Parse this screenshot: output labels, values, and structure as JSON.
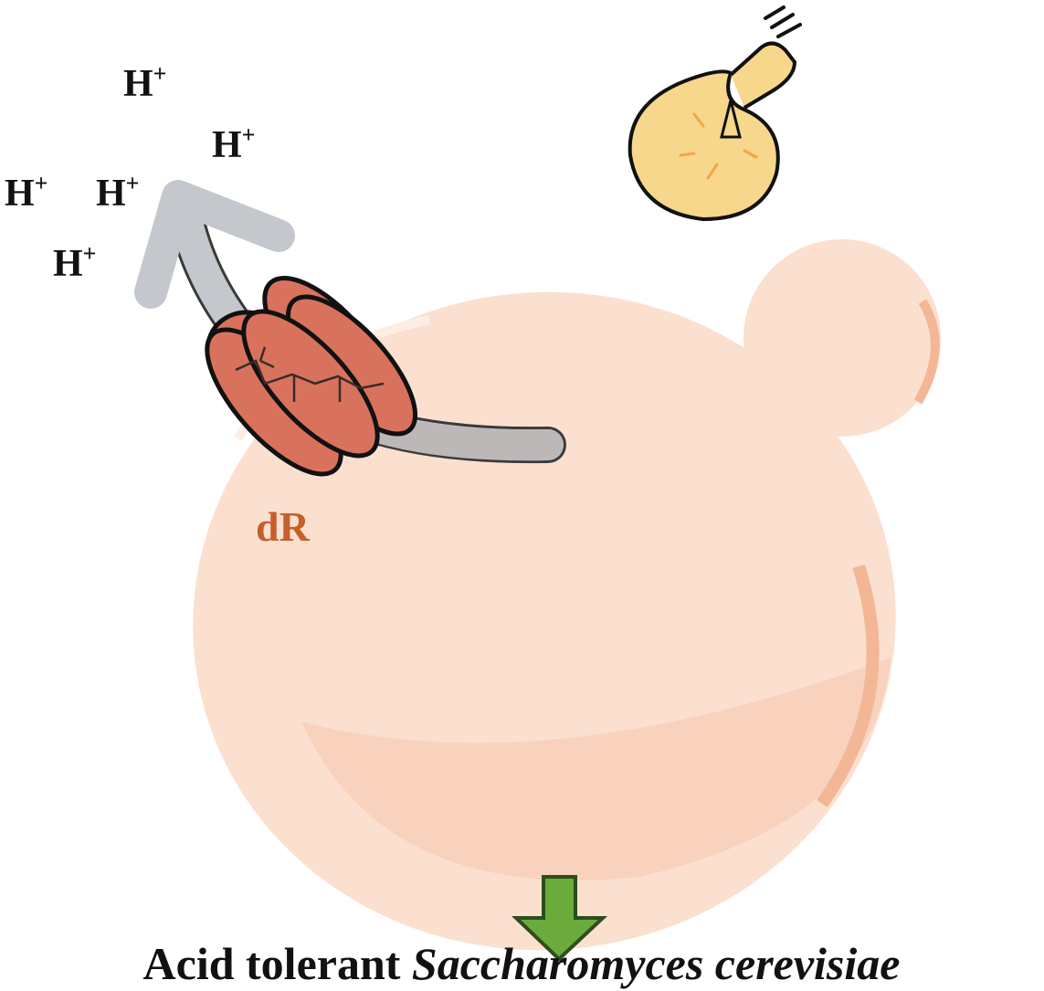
{
  "ions": [
    {
      "base": "H",
      "sup": "+"
    },
    {
      "base": "H",
      "sup": "+"
    },
    {
      "base": "H",
      "sup": "+"
    },
    {
      "base": "H",
      "sup": "+"
    },
    {
      "base": "H",
      "sup": "+"
    }
  ],
  "protein_label": "dR",
  "caption": {
    "plain": "Acid tolerant ",
    "italic": "Saccharomyces cerevisiae"
  },
  "colors": {
    "cell": "#fbe0d0",
    "cell_shadow": "#f3b795",
    "protein": "#d9725c",
    "arrow": "#c4c8cd",
    "arrow_inner": "#bdb8b8",
    "label": "#c65f2c",
    "down_arrow": "#6aab3c",
    "bulb": "#f7d78b"
  }
}
